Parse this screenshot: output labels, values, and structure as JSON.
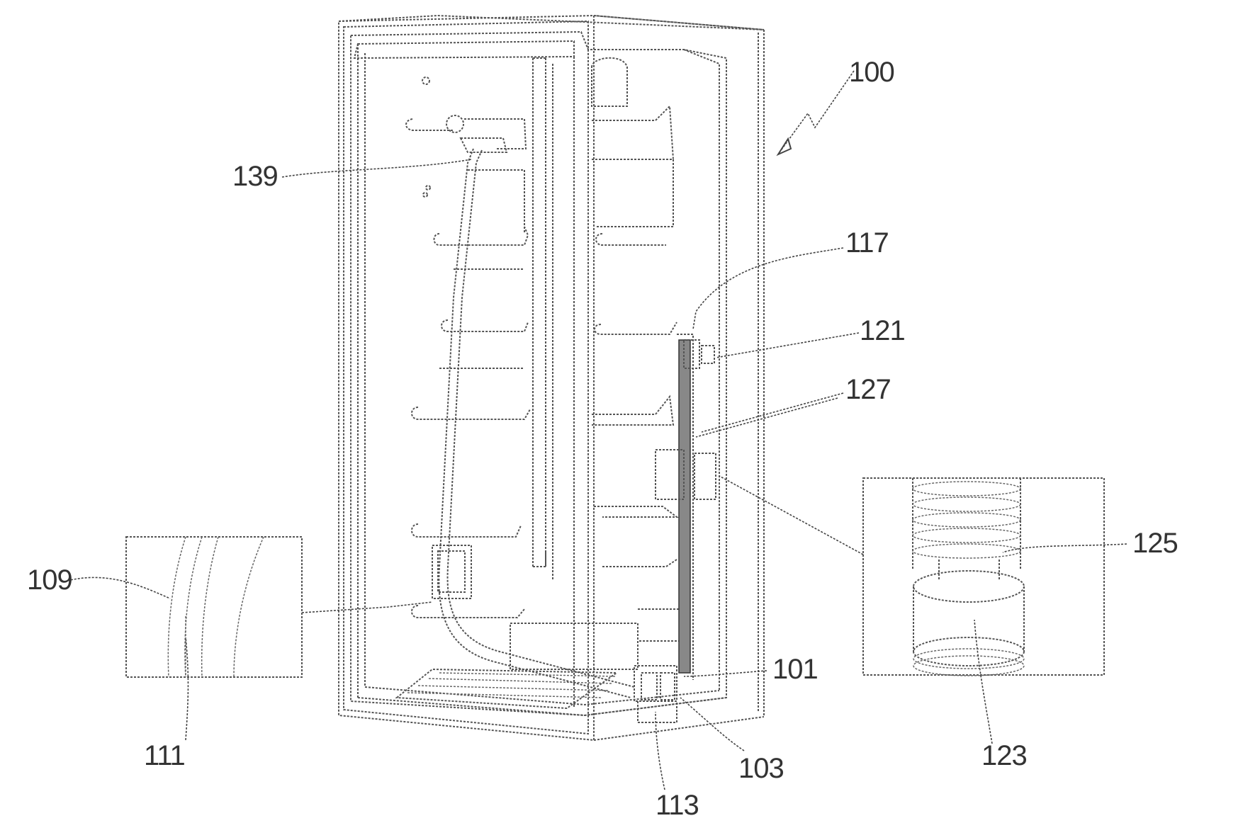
{
  "figure": {
    "reference_numerals": {
      "r100": "100",
      "r139": "139",
      "r117": "117",
      "r121": "121",
      "r127": "127",
      "r125": "125",
      "r109": "109",
      "r111": "111",
      "r101": "101",
      "r103": "103",
      "r113": "113",
      "r123": "123"
    }
  }
}
